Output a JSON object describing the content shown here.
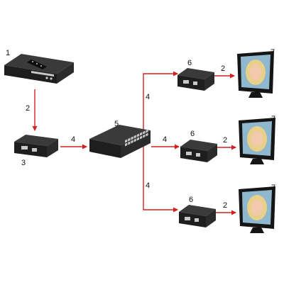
{
  "colors": {
    "arrow": "#d42020",
    "device_dark": "#1e1e1e",
    "device_mid": "#3a3a3a",
    "port_light": "#c8c8c8",
    "monitor_frame": "#151515",
    "screen_bg": "#8fb8ce",
    "hair": "#e8cf8a",
    "skin": "#f2c9ad"
  },
  "devices": {
    "dvr": {
      "label": "1",
      "icon": "dvr-recorder"
    },
    "transmitter": {
      "label": "3",
      "icon": "hdmi-transmitter"
    },
    "switch": {
      "label": "5",
      "icon": "network-switch"
    },
    "receivers": [
      {
        "label": "6",
        "icon": "hdmi-receiver"
      },
      {
        "label": "6",
        "icon": "hdmi-receiver"
      },
      {
        "label": "6",
        "icon": "hdmi-receiver"
      }
    ],
    "monitors": [
      {
        "label": "7",
        "icon": "lcd-monitor"
      },
      {
        "label": "7",
        "icon": "lcd-monitor"
      },
      {
        "label": "7",
        "icon": "lcd-monitor"
      }
    ]
  },
  "connections": {
    "dvr_to_transmitter": "2",
    "transmitter_to_switch": "4",
    "switch_to_receiver_top": "4",
    "switch_to_receiver_middle": "4",
    "switch_to_receiver_bottom": "4",
    "receiver_to_monitor_top": "2",
    "receiver_to_monitor_middle": "2",
    "receiver_to_monitor_bottom": "2"
  }
}
